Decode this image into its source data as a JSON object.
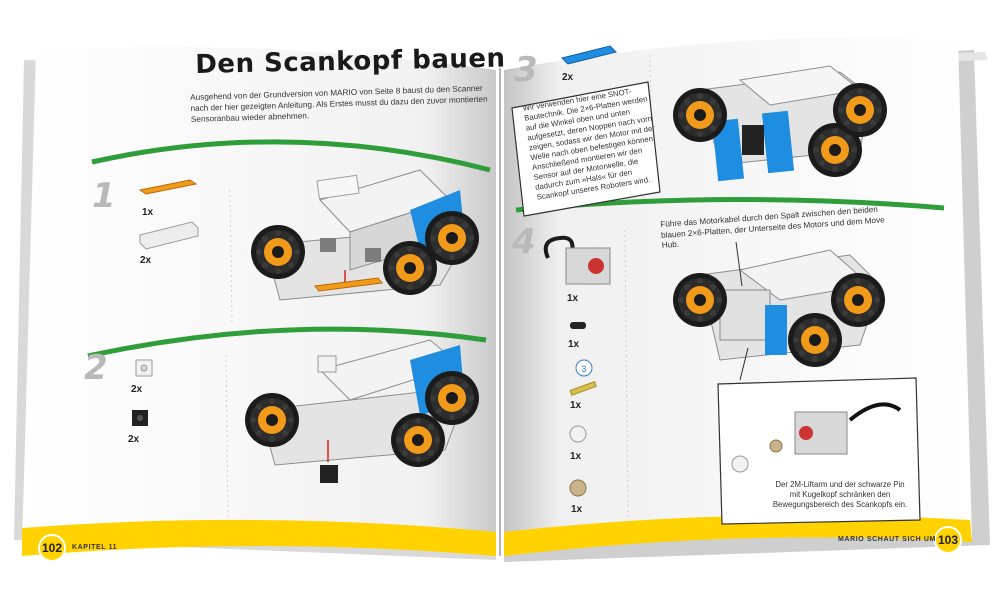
{
  "left_page": {
    "title": "Den Scankopf bauen",
    "intro": "Ausgehend von der Grundversion von MARIO von Seite 8 baust du den Scanner nach der hier gezeigten Anleitung. Als Erstes musst du dazu den zuvor montierten Sensoranbau wieder abnehmen.",
    "steps": [
      {
        "number": "1",
        "parts": [
          {
            "qty": "1x"
          },
          {
            "qty": "2x"
          }
        ]
      },
      {
        "number": "2",
        "parts": [
          {
            "qty": "2x"
          },
          {
            "qty": "2x"
          }
        ]
      }
    ],
    "page_number": "102",
    "footer": "KAPITEL 11"
  },
  "right_page": {
    "steps": [
      {
        "number": "3",
        "parts": [
          {
            "qty": "2x"
          }
        ],
        "note": "Wir verwenden hier eine SNOT-Bautechnik. Die 2×6-Platten werden auf die Winkel oben und unten aufgesetzt, deren Noppen nach vorn zeigen, sodass wir den Motor mit der Welle nach oben befestigen können. Anschließend montieren wir den Sensor auf der Motorwelle, die dadurch zum »Hals« für den Scankopf unseres Roboters wird."
      },
      {
        "number": "4",
        "parts": [
          {
            "qty": "1x"
          },
          {
            "qty": "1x"
          },
          {
            "qty": "1x",
            "badge": "3"
          },
          {
            "qty": "1x"
          },
          {
            "qty": "1x"
          }
        ],
        "note": "Führe das Motorkabel durch den Spalt zwischen den beiden blauen 2×6-Platten, der Unterseite des Motors und dem Move Hub.",
        "callout": "Der 2M-Liftarm und der schwarze Pin mit Kugelkopf schränken den Bewegungsbereich des Scankopfs ein."
      }
    ],
    "page_number": "103",
    "footer": "MARIO SCHAUT SICH UM"
  },
  "colors": {
    "green": "#2f9e3a",
    "yellow": "#ffd200",
    "lego_blue": "#1f8ee0",
    "lego_orange": "#f29a1a",
    "lego_grey": "#e8e8e8"
  }
}
